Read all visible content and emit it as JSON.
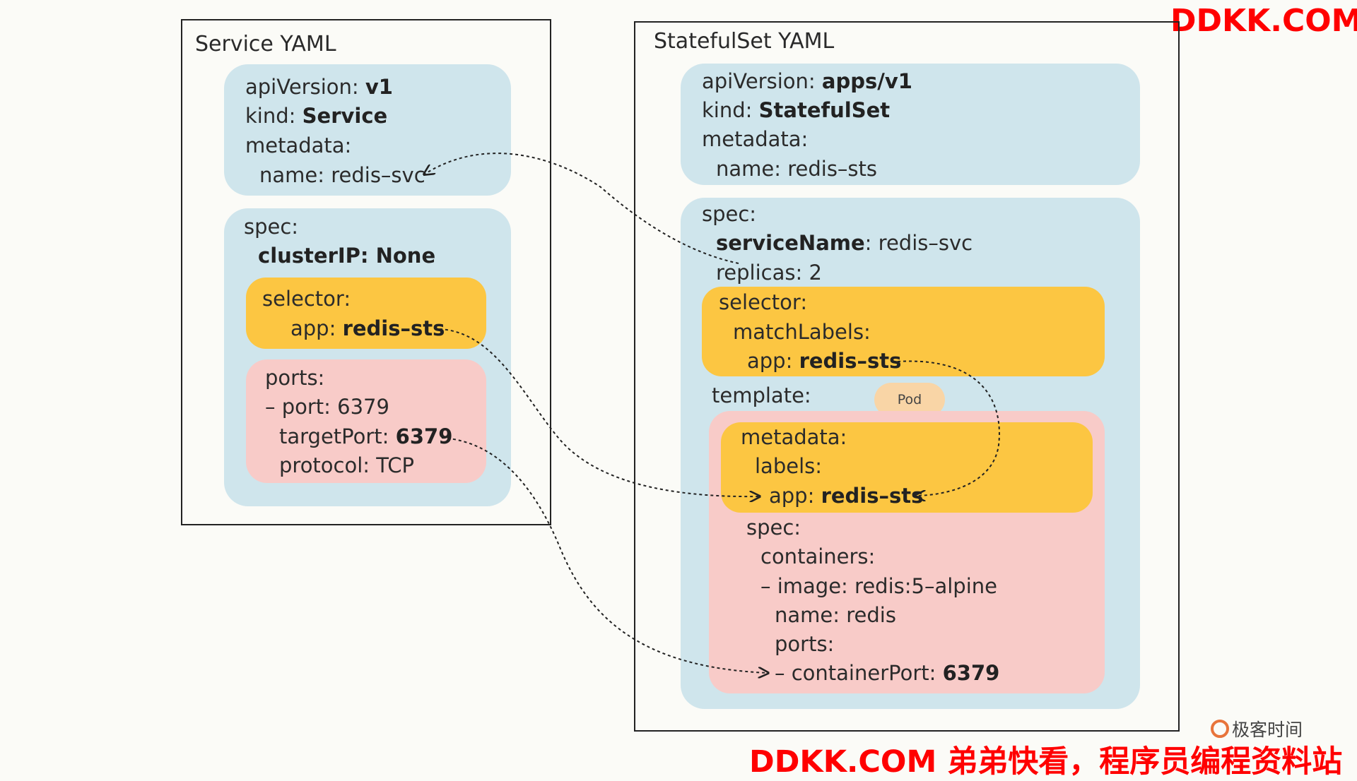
{
  "watermark": {
    "top_right": "DDKK.COM",
    "bottom": "DDKK.COM 弟弟快看，程序员编程资料站",
    "brand": "极客时间"
  },
  "service": {
    "title": "Service YAML",
    "meta": {
      "apiVersion_key": "apiVersion: ",
      "apiVersion_val": "v1",
      "kind_key": "kind: ",
      "kind_val": "Service",
      "metadata": "metadata:",
      "name": "name: redis–svc"
    },
    "spec": {
      "label": "spec:",
      "clusterIP": "clusterIP: None",
      "selector": "selector:",
      "app_key": "app: ",
      "app_val": "redis–sts",
      "ports": "ports:",
      "port": "– port: 6379",
      "targetPort_key": "targetPort: ",
      "targetPort_val": "6379",
      "protocol": "protocol: TCP"
    }
  },
  "statefulset": {
    "title": "StatefulSet YAML",
    "meta": {
      "apiVersion_key": "apiVersion: ",
      "apiVersion_val": "apps/v1",
      "kind_key": "kind: ",
      "kind_val": "StatefulSet",
      "metadata": "metadata:",
      "name": "name: redis–sts"
    },
    "spec": {
      "label": "spec:",
      "serviceName_key": "serviceName",
      "serviceName_val": ": redis–svc",
      "replicas": "replicas: 2",
      "selector": "selector:",
      "matchLabels": "matchLabels:",
      "app_key": "app: ",
      "app_val": "redis–sts",
      "template": "template:",
      "pod_badge": "Pod",
      "tpl_metadata": "metadata:",
      "labels": "labels:",
      "tpl_app_key": "app: ",
      "tpl_app_val": "redis–sts",
      "tpl_spec": "spec:",
      "containers": "containers:",
      "image": "– image: redis:5–alpine",
      "cname": "name: redis",
      "cports": "ports:",
      "containerPort_key": "– containerPort: ",
      "containerPort_val": "6379"
    }
  },
  "colors": {
    "blue_block": "#cfe5ec",
    "yellow_block": "#fcc642",
    "pink_block": "#f8cbc8",
    "pod_badge": "#f9d5a6",
    "watermark": "#ff0000"
  }
}
